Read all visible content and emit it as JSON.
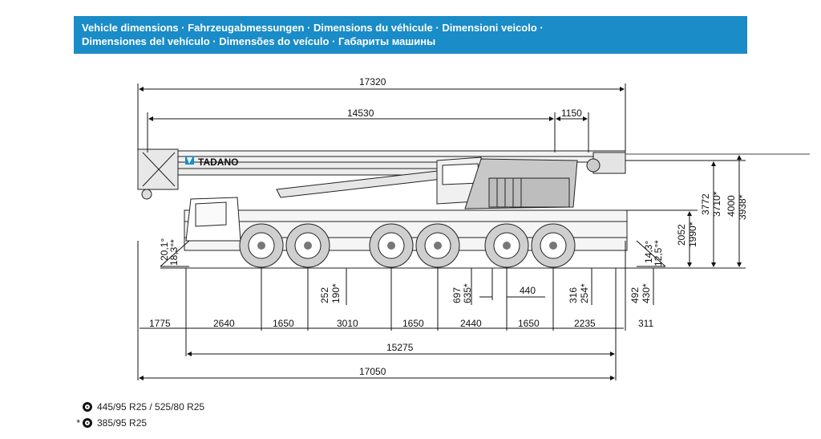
{
  "header": {
    "line1": "Vehicle dimensions · Fahrzeugabmessungen · Dimensions du véhicule · Dimensioni veicolo ·",
    "line2": "Dimensiones del vehículo · Dimensões do veículo · Габариты машины"
  },
  "brand": "TADANO",
  "dims": {
    "total_length": "17320",
    "boom_length": "14530",
    "rear_overhang": "1150",
    "h_3772": "3772",
    "h_3710": "3710*",
    "h_4000": "4000",
    "h_3938": "3938*",
    "h_2052": "2052",
    "h_1990": "1990*",
    "angle_front_a": "20,1°",
    "angle_front_b": "18,3°*",
    "angle_rear_a": "14,3°",
    "angle_rear_b": "12,5°*",
    "gc_252": "252",
    "gc_190": "190*",
    "gc_697": "697",
    "gc_635": "635*",
    "w_440": "440",
    "gc_316": "316",
    "gc_254": "254*",
    "gc_492": "492",
    "gc_430": "430*",
    "s1": "1775",
    "s2": "2640",
    "s3": "1650",
    "s4": "3010",
    "s5": "1650",
    "s6": "2440",
    "s7": "1650",
    "s8": "2235",
    "s9": "311",
    "wheelbase": "15275",
    "overall": "17050"
  },
  "legend": {
    "tyre1": "445/95 R25 / 525/80 R25",
    "tyre2": "385/95 R25",
    "star": "*"
  }
}
